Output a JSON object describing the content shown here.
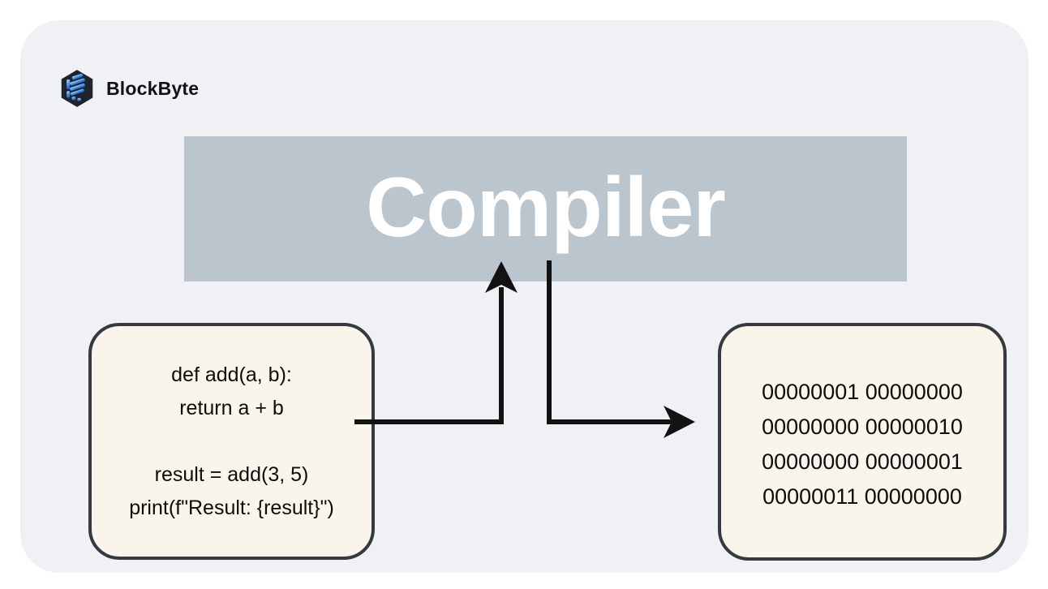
{
  "brand": {
    "name": "BlockByte",
    "logo_icon": "blockbyte-hexagon-cube"
  },
  "diagram": {
    "compiler": {
      "label": "Compiler"
    },
    "source_code_box": {
      "lines": [
        "def add(a, b):",
        "return a + b",
        "",
        "result = add(3, 5)",
        "print(f\"Result: {result}\")"
      ]
    },
    "binary_output_box": {
      "lines": [
        "00000001 00000000",
        "00000000 00000010",
        "00000000 00000001",
        "00000011 00000000"
      ]
    },
    "arrows": [
      {
        "name": "source-to-compiler",
        "direction": "up"
      },
      {
        "name": "compiler-to-binary",
        "direction": "right"
      }
    ]
  },
  "colors": {
    "panel_bg": "#eff1f4",
    "compiler_fill": "#bbc5ce",
    "compiler_text": "#ffffff",
    "io_box_fill": "#faf5ea",
    "io_box_border": "#36393f",
    "arrow": "#121212",
    "logo_dark": "#1d242e",
    "logo_blue_light": "#9fe0f7",
    "logo_blue_dark": "#2a5fd0"
  }
}
